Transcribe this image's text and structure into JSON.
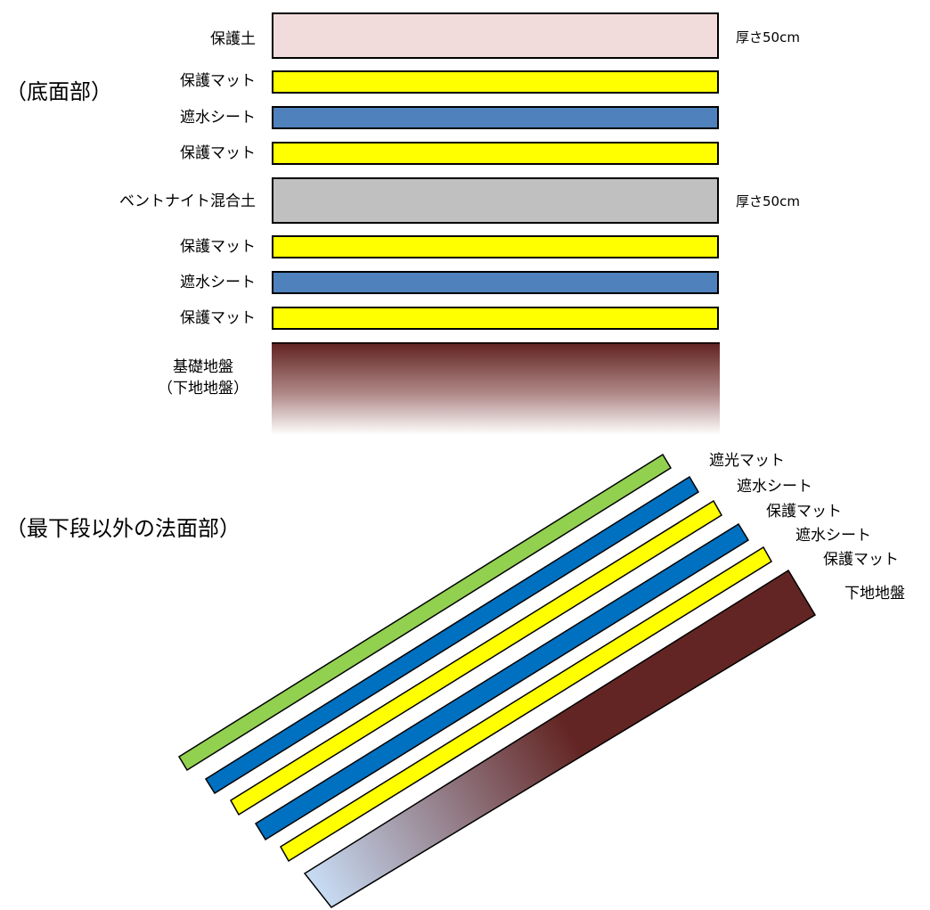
{
  "bottom_section": {
    "title": "（底面部）",
    "layers": [
      {
        "label": "保護土",
        "color": "#f2dcdb",
        "thickness": "厚さ50cm"
      },
      {
        "label": "保護マット",
        "color": "#ffff00",
        "thickness": ""
      },
      {
        "label": "遮水シート",
        "color": "#4f81bd",
        "thickness": ""
      },
      {
        "label": "保護マット",
        "color": "#ffff00",
        "thickness": ""
      },
      {
        "label": "ベントナイト混合土",
        "color": "#c0c0c0",
        "thickness": "厚さ50cm"
      },
      {
        "label": "保護マット",
        "color": "#ffff00",
        "thickness": ""
      },
      {
        "label": "遮水シート",
        "color": "#4f81bd",
        "thickness": ""
      },
      {
        "label": "保護マット",
        "color": "#ffff00",
        "thickness": ""
      }
    ],
    "ground": {
      "label_line1": "基礎地盤",
      "label_line2": "（下地地盤）",
      "color_top": "#632523",
      "color_bottom": "#ffffff"
    }
  },
  "slope_section": {
    "title": "（最下段以外の法面部）",
    "layers": [
      {
        "label": "遮光マット",
        "color": "#92d050"
      },
      {
        "label": "遮水シート",
        "color": "#0070c0"
      },
      {
        "label": "保護マット",
        "color": "#ffff00"
      },
      {
        "label": "遮水シート",
        "color": "#0070c0"
      },
      {
        "label": "保護マット",
        "color": "#ffff00"
      },
      {
        "label": "下地地盤",
        "color": "#632523"
      }
    ],
    "ground_gradient": {
      "from": "#632523",
      "to": "#c6d9f1"
    }
  }
}
